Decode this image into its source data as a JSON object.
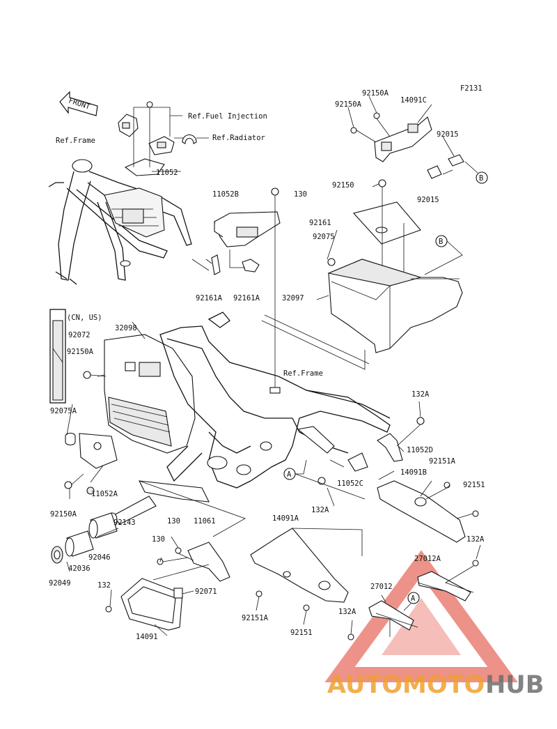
{
  "diagram_code": "F2131",
  "front_label": "FRONT",
  "ref_labels": {
    "fuel_injection": "Ref.Fuel Injection",
    "radiator": "Ref.Radiator",
    "frame_top": "Ref.Frame",
    "frame_mid": "Ref.Frame"
  },
  "variant_note": "(CN, US)",
  "callouts": {
    "a": "A",
    "b": "B"
  },
  "parts": {
    "p92150A_top": "92150A",
    "p14091C": "14091C",
    "p92150A_left": "92150A",
    "p92015_a": "92015",
    "p92150": "92150",
    "p92015_b": "92015",
    "p11052_top": "11052",
    "p11052B": "11052B",
    "p130_top": "130",
    "p92161": "92161",
    "p92075": "92075",
    "p92161A_a": "92161A",
    "p92161A_b": "92161A",
    "p32097": "32097",
    "p92072": "92072",
    "p32098": "32098",
    "p92150A_mid": "92150A",
    "p92075A": "92075A",
    "p132A_r1": "132A",
    "p11052D": "11052D",
    "p92151A_r": "92151A",
    "p14091B": "14091B",
    "p92151_r": "92151",
    "p11052C": "11052C",
    "p132A_mid": "132A",
    "p11052A": "11052A",
    "p92150A_bot": "92150A",
    "p130_a": "130",
    "p11061": "11061",
    "p130_b": "130",
    "p92143": "92143",
    "p92046": "92046",
    "p42036": "42036",
    "p92049": "92049",
    "p14091A": "14091A",
    "p132A_r2": "132A",
    "p27012A": "27012A",
    "p27012": "27012",
    "p132": "132",
    "p92071": "92071",
    "p92151A_b": "92151A",
    "p92151_b": "92151",
    "p132A_b": "132A",
    "p14091": "14091"
  },
  "watermark": {
    "text_part1": "AUTOMOTO",
    "text_part2": "HUB",
    "color_orange": "#f0a030",
    "color_gray": "#6e6e6e",
    "color_red": "#e03a2a"
  }
}
